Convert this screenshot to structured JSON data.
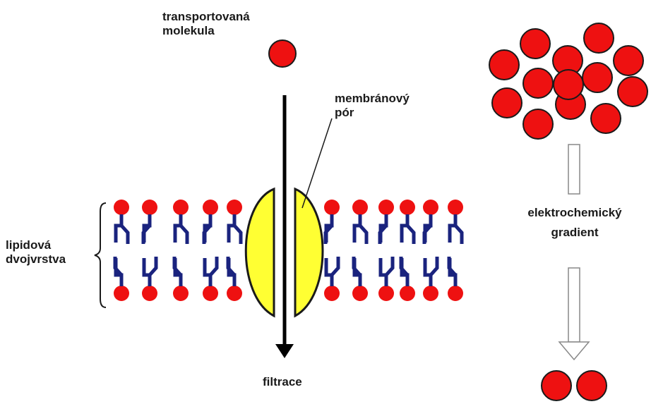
{
  "labels": {
    "transported_molecule_line1": "transportovaná",
    "transported_molecule_line2": "molekula",
    "membrane_pore_line1": "membránový",
    "membrane_pore_line2": "pór",
    "lipid_bilayer_line1": "lipidová",
    "lipid_bilayer_line2": "dvojvrstva",
    "filtration": "filtrace",
    "gradient_line1": "elektrochemický",
    "gradient_line2": "gradient"
  },
  "colors": {
    "molecule_red": "#ee1111",
    "molecule_outline": "#1a1a1a",
    "lipid_tail_blue": "#1a237e",
    "pore_yellow": "#ffff33",
    "arrow_black": "#000000",
    "gradient_arrow_outline": "#888888"
  },
  "counts": {
    "high_concentration_molecules": 13,
    "low_concentration_molecules": 2
  }
}
